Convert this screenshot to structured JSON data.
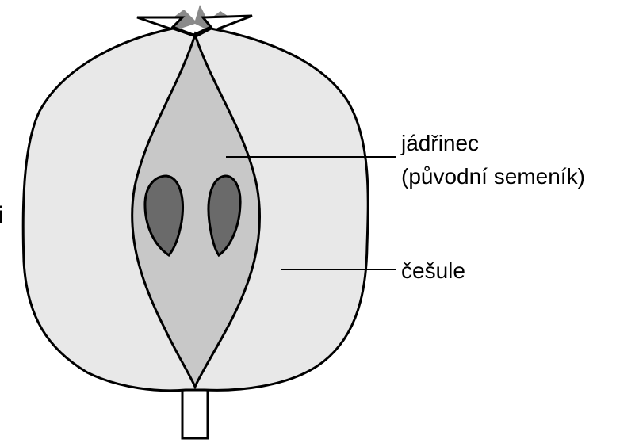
{
  "labels": {
    "core": "jádřinec",
    "core_sub": "(původní semeník)",
    "flesh": "češule",
    "edge_fragment": "i"
  },
  "colors": {
    "flesh": "#e8e8e8",
    "core": "#c8c8c8",
    "seed": "#6a6a6a",
    "sepal": "#8a8a8a",
    "outline": "#000000"
  }
}
